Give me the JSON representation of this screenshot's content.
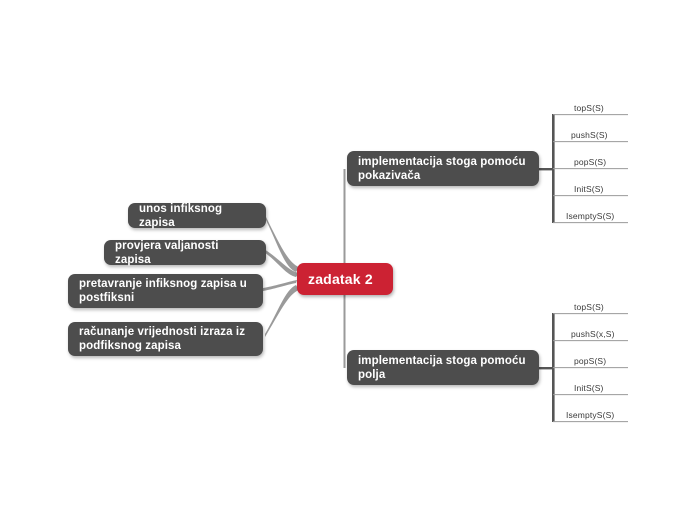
{
  "document": {
    "type": "mind-map",
    "background_color": "#ffffff"
  },
  "colors": {
    "root_node": "#cc2233",
    "branch_node": "#4d4d4d",
    "node_text": "#ffffff",
    "leaf_text": "#3a3a3a",
    "connector": "#9a9a9a"
  },
  "root": {
    "label": "zadatak 2"
  },
  "left_branches": [
    {
      "label": "unos infiksnog zapisa"
    },
    {
      "label": "provjera valjanosti zapisa"
    },
    {
      "label": "pretavranje infiksnog zapisa u postfiksni"
    },
    {
      "label": "računanje vrijednosti izraza iz podfiksnog zapisa"
    }
  ],
  "right_branches": [
    {
      "label": "implementacija stoga pomoću pokazivača",
      "leaves": [
        {
          "label": "topS(S)"
        },
        {
          "label": "pushS(S)"
        },
        {
          "label": "popS(S)"
        },
        {
          "label": "InitS(S)"
        },
        {
          "label": "IsemptyS(S)"
        }
      ]
    },
    {
      "label": "implementacija stoga pomoću polja",
      "leaves": [
        {
          "label": "topS(S)"
        },
        {
          "label": "pushS(x,S)"
        },
        {
          "label": "popS(S)"
        },
        {
          "label": "InitS(S)"
        },
        {
          "label": "IsemptyS(S)"
        }
      ]
    }
  ]
}
